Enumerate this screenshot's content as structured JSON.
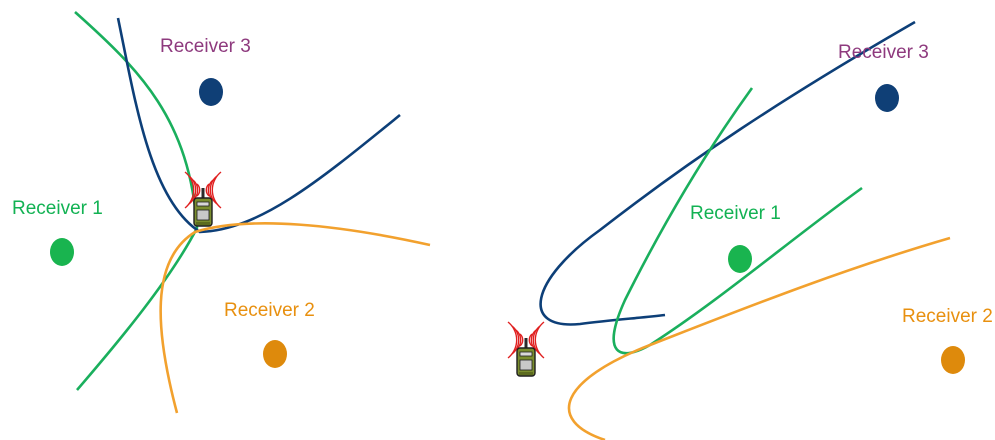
{
  "left_panel": {
    "receivers": [
      {
        "label": "Receiver 1",
        "color": "#12b253"
      },
      {
        "label": "Receiver 2",
        "color": "#e8900f"
      },
      {
        "label": "Receiver 3",
        "color": "#8e3a7e"
      }
    ]
  },
  "right_panel": {
    "receivers": [
      {
        "label": "Receiver 1",
        "color": "#12b253"
      },
      {
        "label": "Receiver 2",
        "color": "#e8900f"
      },
      {
        "label": "Receiver 3",
        "color": "#8e3a7e"
      }
    ]
  },
  "colors": {
    "green": "#1aaf5d",
    "orange": "#f2a12e",
    "blue": "#0d3f78",
    "dot_green": "#19b44f",
    "dot_orange": "#de8a0c",
    "dot_blue": "#0f3f76",
    "signal_red": "#e02020"
  },
  "icons": [
    "radio-transmitter-icon",
    "signal-waves-icon"
  ]
}
